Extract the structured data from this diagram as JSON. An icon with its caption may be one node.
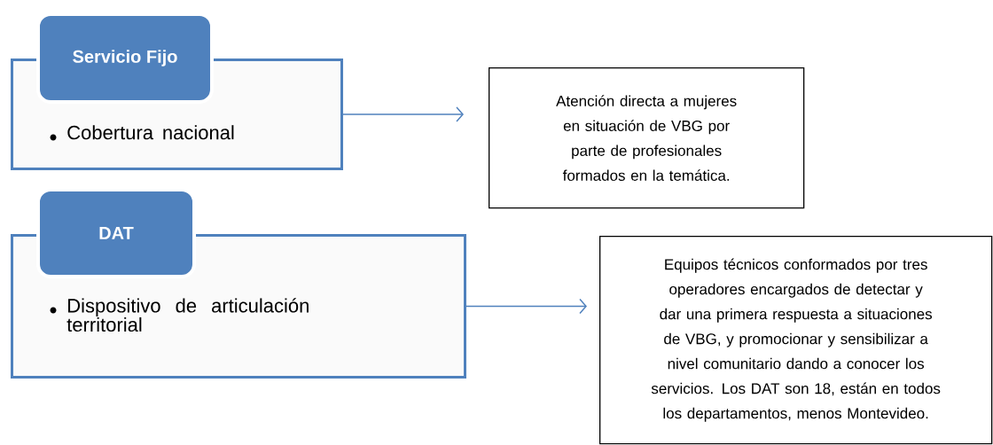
{
  "diagram": {
    "nodes": [
      {
        "text": [
          "Servicio Fijo",
          "Cobertura nacional"
        ]
      },
      {
        "text": [
          "Atención directa a mujeres en situación de VBG por parte de profesionales formados en la temática."
        ]
      },
      {
        "text": [
          "DAT",
          "Dispositivo de articulación territorial"
        ]
      },
      {
        "text": [
          "Equipos técnicos conformados por tres operadores encargados de detectar y dar una primera respuesta a situaciones de VBG, y promocionar y sensibilizar a nivel comunitario dando a conocer los servicios. Los DAT son 18, están en todos los departamentos, menos Montevideo."
        ]
      }
    ],
    "edges": [
      {
        "from": 0,
        "to": 1,
        "arrow": "to"
      },
      {
        "from": 2,
        "to": 3,
        "arrow": "to"
      }
    ]
  }
}
